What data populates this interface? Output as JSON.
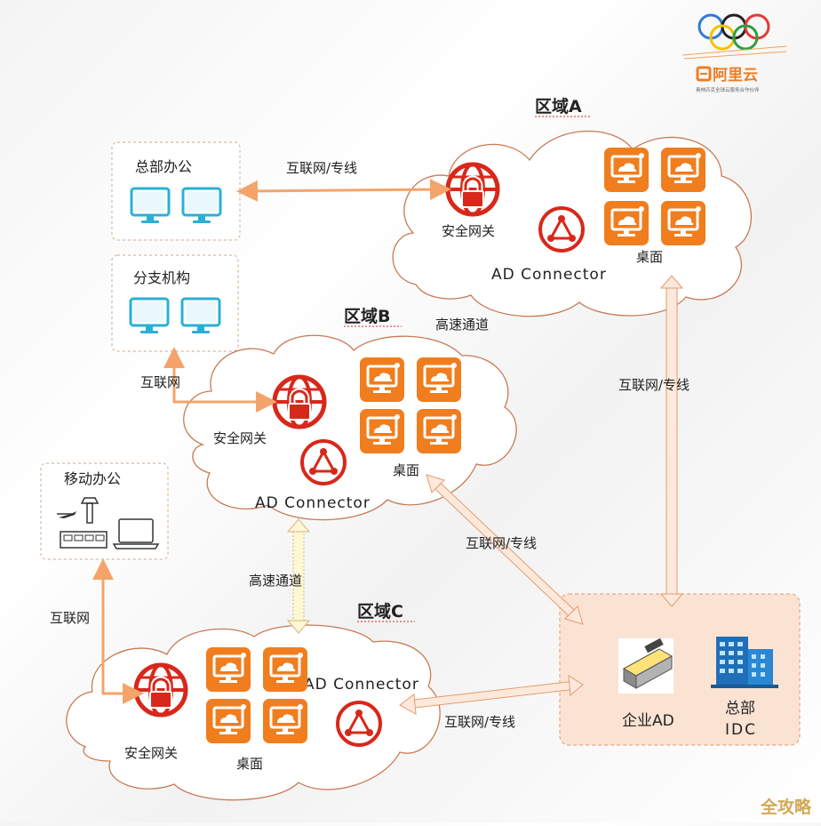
{
  "logo": {
    "brand_text": "阿里云",
    "tagline": "奥林匹克全球云服务合作伙伴"
  },
  "region_a": {
    "title": "区域A",
    "gateway_label": "安全网关",
    "connector_label": "AD Connector",
    "desktop_label": "桌面"
  },
  "region_b": {
    "title": "区域B",
    "gateway_label": "安全网关",
    "connector_label": "AD Connector",
    "desktop_label": "桌面"
  },
  "region_c": {
    "title": "区域C",
    "gateway_label": "安全网关",
    "connector_label": "AD Connector",
    "desktop_label": "桌面"
  },
  "hq_office": {
    "label": "总部办公"
  },
  "branch_office": {
    "label": "分支机构"
  },
  "mobile_office": {
    "label": "移动办公"
  },
  "idc": {
    "enterprise_ad_label": "企业AD",
    "hq_label": "总部",
    "idc_label": "IDC"
  },
  "links": {
    "hq_to_a": "互联网/专线",
    "a_b_highspeed": "高速通道",
    "branch_internet": "互联网",
    "a_to_idc": "互联网/专线",
    "b_to_idc": "互联网/专线",
    "b_c_highspeed": "高速通道",
    "mobile_internet": "互联网",
    "c_to_idc": "互联网/专线"
  },
  "watermark": "全攻略",
  "colors": {
    "accent_orange": "#f07d1e",
    "gateway_red": "#d7281b",
    "cloud_outline": "#c87a55",
    "monitor_blue": "#2ab0d6",
    "arrow_orange": "#f4a46a",
    "idc_fill": "#fbe3d3"
  }
}
